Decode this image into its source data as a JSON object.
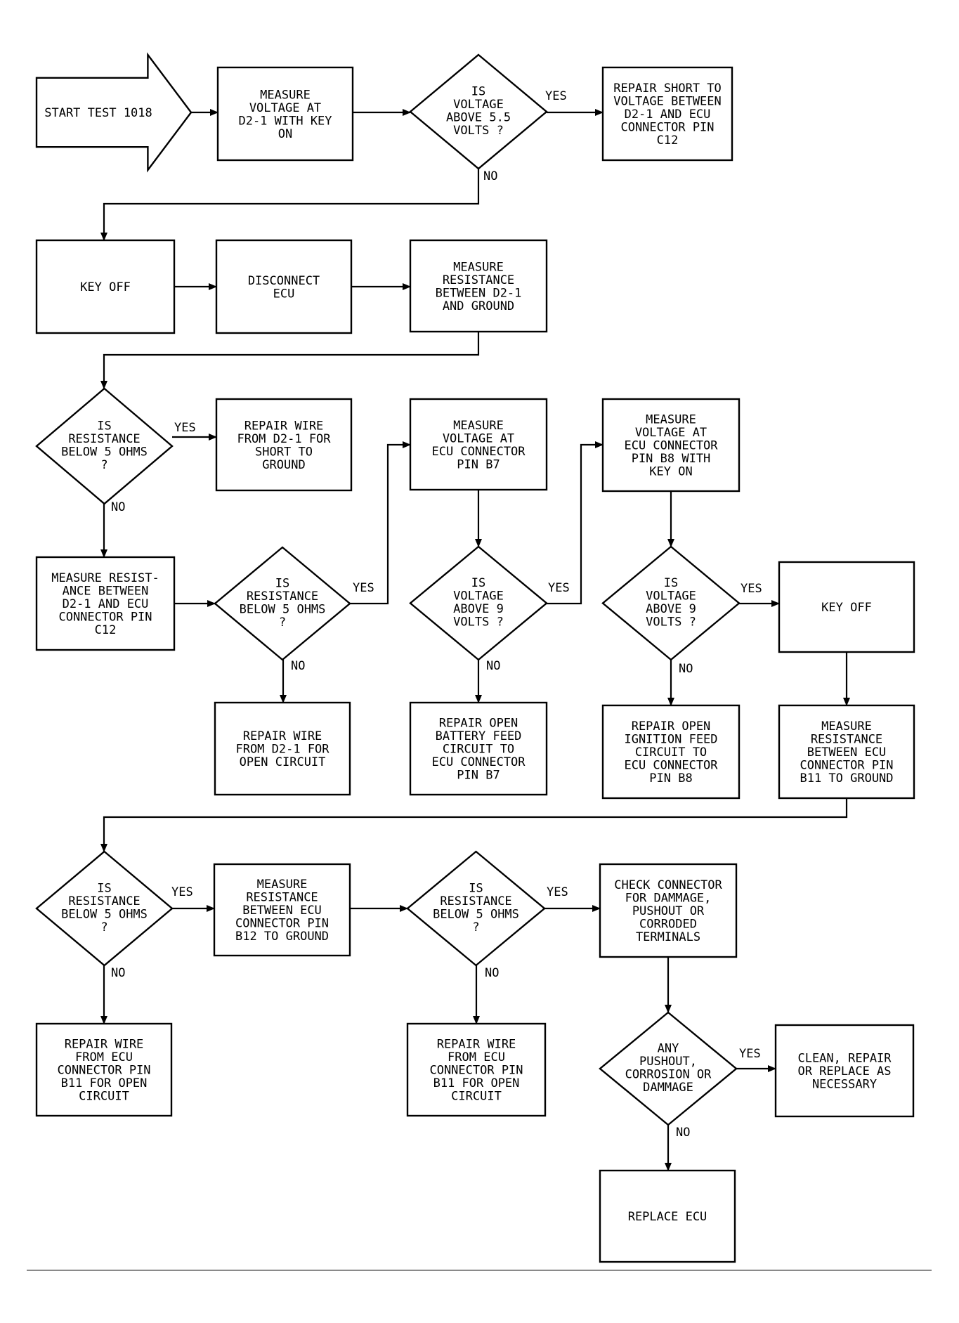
{
  "flowchart": {
    "colors": {
      "ink": "#000000",
      "background": "#ffffff"
    },
    "nodes": [
      {
        "id": "start",
        "kind": "arrow",
        "lines": [
          "START TEST 1018"
        ]
      },
      {
        "id": "n1",
        "kind": "box",
        "lines": [
          "MEASURE",
          "VOLTAGE AT",
          "D2-1 WITH KEY",
          "ON"
        ]
      },
      {
        "id": "d1",
        "kind": "decision",
        "lines": [
          "IS",
          "VOLTAGE",
          "ABOVE 5.5",
          "VOLTS ?"
        ]
      },
      {
        "id": "r1",
        "kind": "box",
        "lines": [
          "REPAIR SHORT TO",
          "VOLTAGE BETWEEN",
          "D2-1 AND ECU",
          "CONNECTOR PIN",
          "C12"
        ]
      },
      {
        "id": "n2",
        "kind": "box",
        "lines": [
          "KEY OFF"
        ]
      },
      {
        "id": "n3",
        "kind": "box",
        "lines": [
          "DISCONNECT",
          "ECU"
        ]
      },
      {
        "id": "n4",
        "kind": "box",
        "lines": [
          "MEASURE",
          "RESISTANCE",
          "BETWEEN D2-1",
          "AND GROUND"
        ]
      },
      {
        "id": "d2",
        "kind": "decision",
        "lines": [
          "IS",
          "RESISTANCE",
          "BELOW 5 OHMS",
          "?"
        ]
      },
      {
        "id": "r2",
        "kind": "box",
        "lines": [
          "REPAIR WIRE",
          "FROM D2-1 FOR",
          "SHORT TO",
          "GROUND"
        ]
      },
      {
        "id": "n5",
        "kind": "box",
        "lines": [
          "MEASURE",
          "VOLTAGE AT",
          "ECU CONNECTOR",
          "PIN B7"
        ]
      },
      {
        "id": "n6",
        "kind": "box",
        "lines": [
          "MEASURE",
          "VOLTAGE AT",
          "ECU CONNECTOR",
          "PIN B8 WITH",
          "KEY ON"
        ]
      },
      {
        "id": "n7",
        "kind": "box",
        "lines": [
          "MEASURE RESIST-",
          "ANCE BETWEEN",
          "D2-1 AND ECU",
          "CONNECTOR PIN",
          "C12"
        ]
      },
      {
        "id": "d3",
        "kind": "decision",
        "lines": [
          "IS",
          "RESISTANCE",
          "BELOW 5 OHMS",
          "?"
        ]
      },
      {
        "id": "d4",
        "kind": "decision",
        "lines": [
          "IS",
          "VOLTAGE",
          "ABOVE 9",
          "VOLTS ?"
        ]
      },
      {
        "id": "d5",
        "kind": "decision",
        "lines": [
          "IS",
          "VOLTAGE",
          "ABOVE 9",
          "VOLTS ?"
        ]
      },
      {
        "id": "n8",
        "kind": "box",
        "lines": [
          "KEY OFF"
        ]
      },
      {
        "id": "r3",
        "kind": "box",
        "lines": [
          "REPAIR WIRE",
          "FROM D2-1 FOR",
          "OPEN CIRCUIT"
        ]
      },
      {
        "id": "r4",
        "kind": "box",
        "lines": [
          "REPAIR OPEN",
          "BATTERY FEED",
          "CIRCUIT TO",
          "ECU CONNECTOR",
          "PIN B7"
        ]
      },
      {
        "id": "r5",
        "kind": "box",
        "lines": [
          "REPAIR OPEN",
          "IGNITION FEED",
          "CIRCUIT TO",
          "ECU CONNECTOR",
          "PIN B8"
        ]
      },
      {
        "id": "n9",
        "kind": "box",
        "lines": [
          "MEASURE",
          "RESISTANCE",
          "BETWEEN ECU",
          "CONNECTOR PIN",
          "B11 TO GROUND"
        ]
      },
      {
        "id": "d6",
        "kind": "decision",
        "lines": [
          "IS",
          "RESISTANCE",
          "BELOW 5 OHMS",
          "?"
        ]
      },
      {
        "id": "n10",
        "kind": "box",
        "lines": [
          "MEASURE",
          "RESISTANCE",
          "BETWEEN ECU",
          "CONNECTOR PIN",
          "B12 TO GROUND"
        ]
      },
      {
        "id": "d7",
        "kind": "decision",
        "lines": [
          "IS",
          "RESISTANCE",
          "BELOW 5 OHMS",
          "?"
        ]
      },
      {
        "id": "n11",
        "kind": "box",
        "lines": [
          "CHECK CONNECTOR",
          "FOR DAMMAGE,",
          "PUSHOUT OR",
          "CORRODED",
          "TERMINALS"
        ]
      },
      {
        "id": "r6",
        "kind": "box",
        "lines": [
          "REPAIR WIRE",
          "FROM ECU",
          "CONNECTOR PIN",
          "B11 FOR OPEN",
          "CIRCUIT"
        ]
      },
      {
        "id": "r7",
        "kind": "box",
        "lines": [
          "REPAIR WIRE",
          "FROM ECU",
          "CONNECTOR PIN",
          "B11 FOR OPEN",
          "CIRCUIT"
        ]
      },
      {
        "id": "d8",
        "kind": "decision",
        "lines": [
          "ANY",
          "PUSHOUT,",
          "CORROSION OR",
          "DAMMAGE"
        ]
      },
      {
        "id": "r8",
        "kind": "box",
        "lines": [
          "CLEAN, REPAIR",
          "OR REPLACE AS",
          "NECESSARY"
        ]
      },
      {
        "id": "r9",
        "kind": "box",
        "lines": [
          "REPLACE ECU"
        ]
      }
    ],
    "branch_labels": [
      "YES",
      "NO",
      "NO",
      "YES",
      "YES",
      "NO",
      "YES",
      "NO",
      "YES",
      "NO",
      "YES",
      "NO",
      "YES",
      "NO",
      "YES",
      "NO"
    ]
  }
}
